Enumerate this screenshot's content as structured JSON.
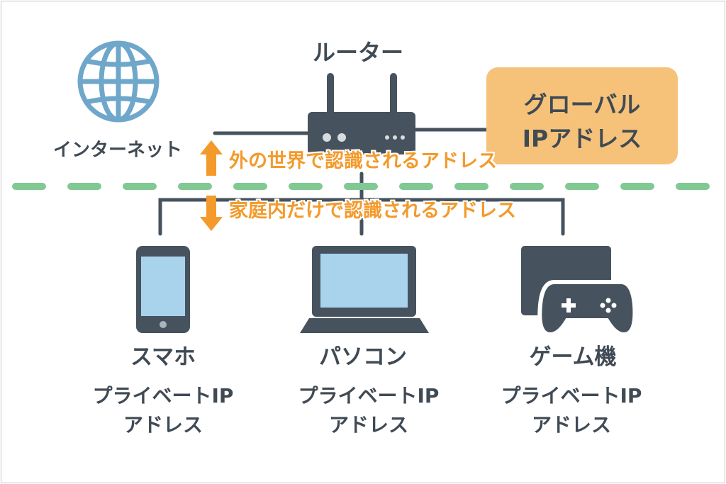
{
  "internet": {
    "label": "インターネット",
    "icon": "globe-icon"
  },
  "router": {
    "label": "ルーター",
    "icon": "router-icon"
  },
  "global_ip": {
    "line1": "グローバル",
    "line2": "IPアドレス"
  },
  "outside_note": "外の世界で認識されるアドレス",
  "inside_note": "家庭内だけで認識されるアドレス",
  "devices": [
    {
      "name": "スマホ",
      "ip_line1": "プライベートIP",
      "ip_line2": "アドレス",
      "icon": "smartphone-icon"
    },
    {
      "name": "パソコン",
      "ip_line1": "プライベートIP",
      "ip_line2": "アドレス",
      "icon": "laptop-icon"
    },
    {
      "name": "ゲーム機",
      "ip_line1": "プライベートIP",
      "ip_line2": "アドレス",
      "icon": "game-console-icon"
    }
  ],
  "colors": {
    "dark": "#46535e",
    "screen": "#a9d2ec",
    "orange": "#f39a2b",
    "box": "#f6c27a",
    "boundary": "#80c993",
    "globe": "#6fa7cb"
  }
}
